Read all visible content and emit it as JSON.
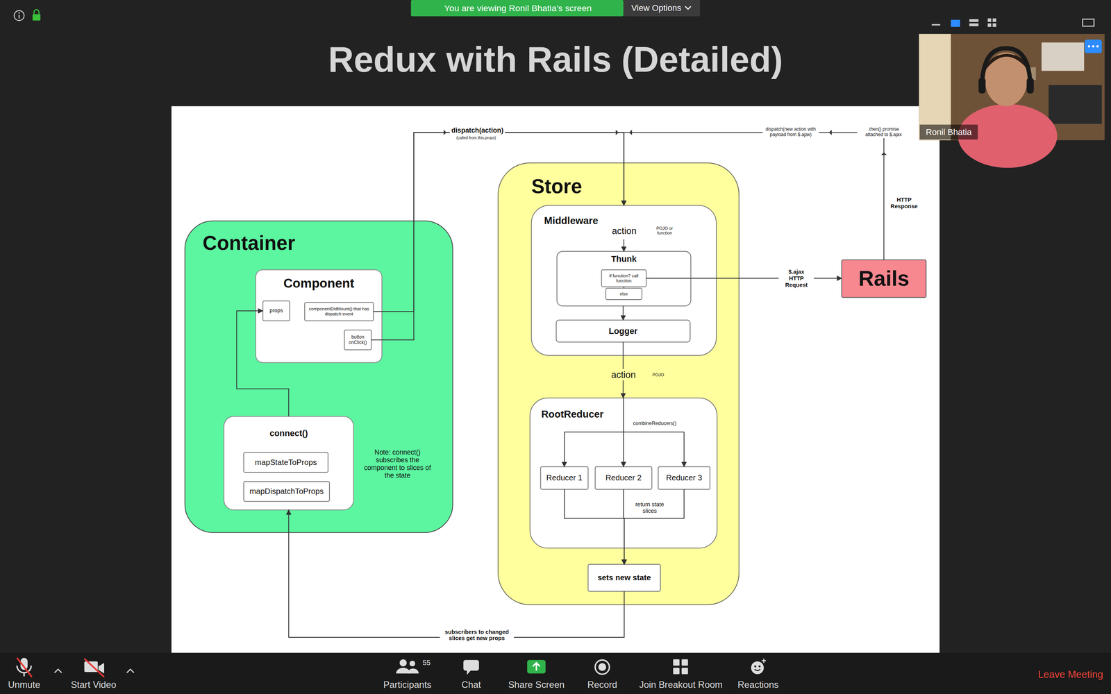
{
  "diagram": {
    "title": "Redux with Rails (Detailed)",
    "nodes": [
      {
        "text": [
          "Container"
        ]
      },
      {
        "text": [
          "Component"
        ],
        "in": 0
      },
      {
        "text": [
          "props"
        ],
        "in": 1
      },
      {
        "text": [
          "componentDidMount() that has dispatch event"
        ],
        "in": 1
      },
      {
        "text": [
          "button onClick()"
        ],
        "in": 1
      },
      {
        "text": [
          "connect()"
        ],
        "in": 0
      },
      {
        "text": [
          "mapStateToProps"
        ],
        "in": 5
      },
      {
        "text": [
          "mapDispatchToProps"
        ],
        "in": 5
      },
      {
        "text": [
          "Store"
        ]
      },
      {
        "text": [
          "Middleware"
        ],
        "in": 8
      },
      {
        "text": [
          "Thunk"
        ],
        "in": 9
      },
      {
        "text": [
          "if function? call function"
        ],
        "in": 10
      },
      {
        "text": [
          "else"
        ],
        "in": 10
      },
      {
        "text": [
          "Logger"
        ],
        "in": 9
      },
      {
        "text": [
          "RootReducer"
        ],
        "in": 8
      },
      {
        "text": [
          "Reducer 1"
        ],
        "in": 14
      },
      {
        "text": [
          "Reducer 2"
        ],
        "in": 14
      },
      {
        "text": [
          "Reducer 3"
        ],
        "in": 14
      },
      {
        "text": [
          "sets new state"
        ],
        "in": 8
      },
      {
        "text": [
          "Rails"
        ]
      }
    ],
    "edges": [
      {
        "from": 3,
        "to": 9,
        "arrow": "to"
      },
      {
        "from": 4,
        "to": 9,
        "arrow": "to"
      },
      {
        "from": 19,
        "to": 9,
        "arrow": "to"
      },
      {
        "from": 11,
        "to": 19,
        "arrow": "to"
      },
      {
        "from": 10,
        "to": 13,
        "arrow": "to"
      },
      {
        "from": 13,
        "to": 14,
        "arrow": "to"
      },
      {
        "from": 15,
        "to": 18,
        "arrow": "to"
      },
      {
        "from": 16,
        "to": 18,
        "arrow": "to"
      },
      {
        "from": 17,
        "to": 18,
        "arrow": "to"
      },
      {
        "from": 18,
        "to": 5,
        "arrow": "to"
      },
      {
        "from": 5,
        "to": 2,
        "arrow": "to"
      }
    ],
    "labels": [
      "dispatch(action)",
      "(called from this.props)",
      "dispatch(new action with payload from $.ajax)",
      ".then() promise attached to $.ajax",
      "HTTP Response",
      "action",
      "POJO or function",
      "$.ajax HTTP Request",
      "action",
      "POJO",
      "combineReducers()",
      "return state slices",
      "Note: connect() subscribes the component to slices of the state",
      "subscribers to changed slices get new props",
      "You are viewing Ronil Bhatia's screen",
      "View Options",
      "Ronil Bhatia",
      "Unmute",
      "Start Video",
      "55",
      "Participants",
      "Chat",
      "Share Screen",
      "Record",
      "Join Breakout Room",
      "Reactions",
      "Leave Meeting"
    ]
  }
}
